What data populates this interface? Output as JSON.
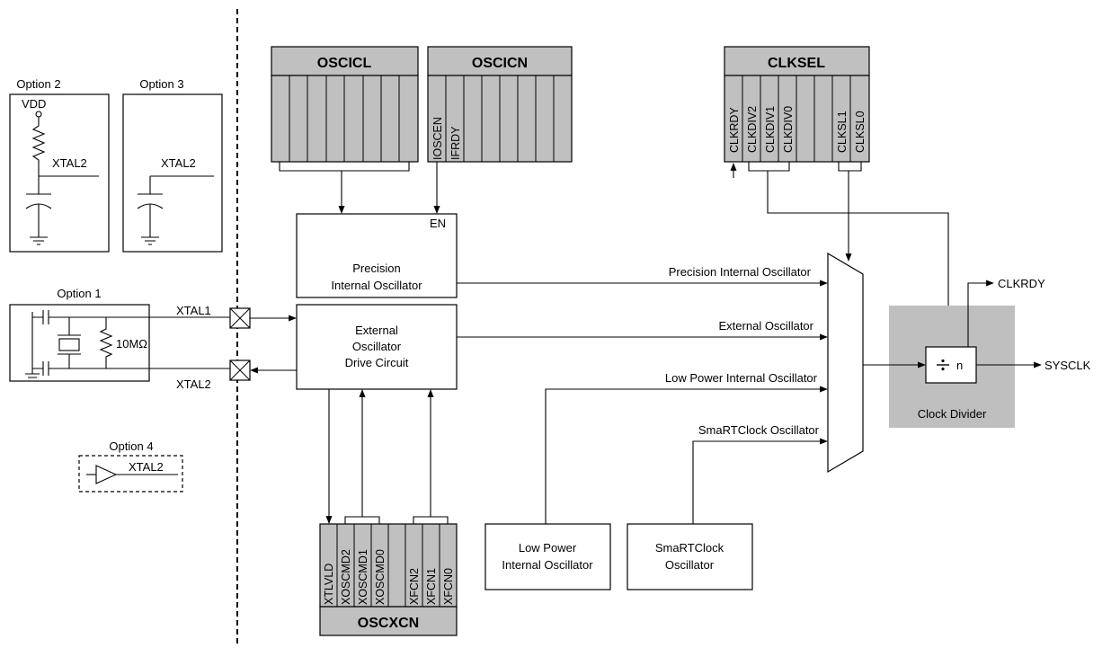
{
  "registers": {
    "oscicl": {
      "name": "OSCICL"
    },
    "oscicn": {
      "name": "OSCICN",
      "bits": [
        "IOSCEN",
        "IFRDY"
      ]
    },
    "clksel": {
      "name": "CLKSEL",
      "bits": [
        "CLKRDY",
        "CLKDIV2",
        "CLKDIV1",
        "CLKDIV0",
        "CLKSL1",
        "CLKSL0"
      ]
    },
    "oscxcn": {
      "name": "OSCXCN",
      "bits": [
        "XTLVLD",
        "XOSCMD2",
        "XOSCMD1",
        "XOSCMD0",
        "XFCN2",
        "XFCN1",
        "XFCN0"
      ]
    }
  },
  "options": {
    "option1": {
      "title": "Option 1",
      "resistor": "10MΩ"
    },
    "option2": {
      "title": "Option 2",
      "vdd": "VDD",
      "pin": "XTAL2"
    },
    "option3": {
      "title": "Option 3",
      "pin": "XTAL2"
    },
    "option4": {
      "title": "Option 4",
      "pin": "XTAL2"
    }
  },
  "pins": {
    "xtal1": "XTAL1",
    "xtal2": "XTAL2"
  },
  "blocks": {
    "precision": {
      "line1": "Precision",
      "line2": "Internal Oscillator",
      "en": "EN"
    },
    "external": {
      "line1": "External",
      "line2": "Oscillator",
      "line3": "Drive Circuit"
    },
    "low_power": {
      "line1": "Low Power",
      "line2": "Internal Oscillator"
    },
    "smartclock": {
      "line1": "SmaRTClock",
      "line2": "Oscillator"
    },
    "clock_divider": {
      "label": "Clock Divider",
      "divide": "n"
    }
  },
  "signals": {
    "precision": "Precision Internal Oscillator",
    "external": "External Oscillator",
    "low_power": "Low Power Internal Oscillator",
    "smartclock": "SmaRTClock Oscillator",
    "clkrdy": "CLKRDY",
    "sysclk": "SYSCLK"
  },
  "colors": {
    "register_fill": "#c0c0c0",
    "divider_fill": "#bfbfbf"
  }
}
